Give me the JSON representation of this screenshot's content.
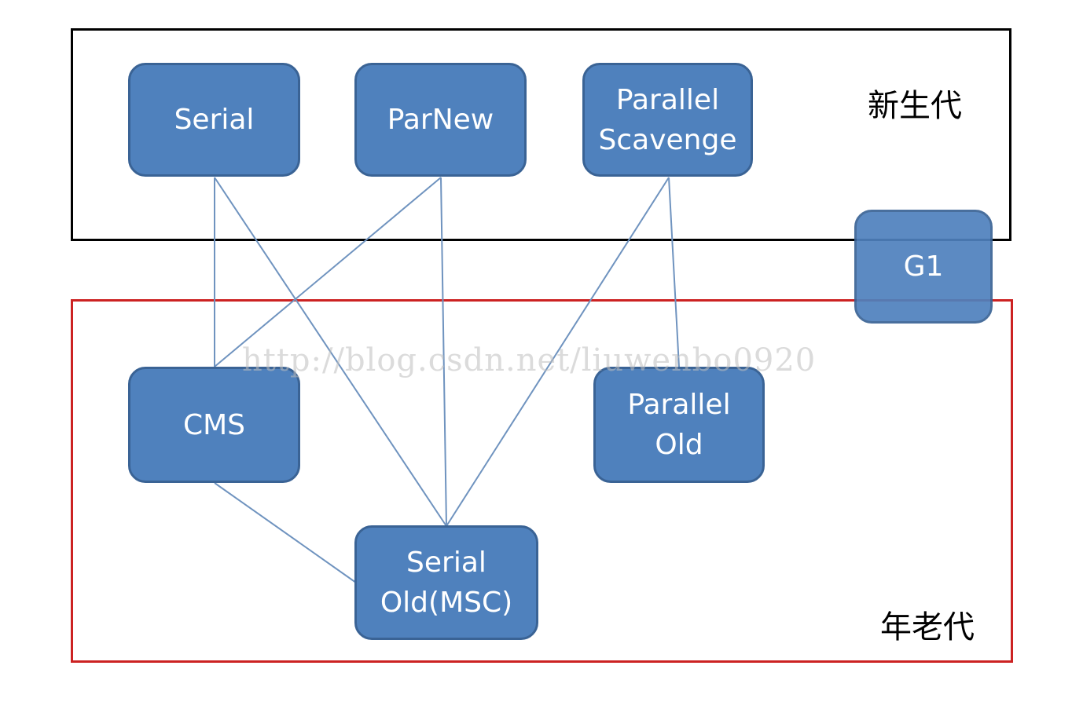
{
  "colors": {
    "node_fill": "#4f81bd",
    "node_border": "#3a6395",
    "young_border": "#000000",
    "old_border": "#cc2222",
    "link_color": "#6f93bf"
  },
  "regions": {
    "young_label": "新生代",
    "old_label": "年老代"
  },
  "nodes": {
    "serial": "Serial",
    "parnew": "ParNew",
    "parallel_scavenge": "Parallel\nScavenge",
    "g1": "G1",
    "cms": "CMS",
    "parallel_old": "Parallel\nOld",
    "serial_old": "Serial\nOld(MSC)"
  },
  "watermark": "http://blog.csdn.net/liuwenbo0920",
  "connections": [
    {
      "from": "Serial",
      "to": "CMS"
    },
    {
      "from": "Serial",
      "to": "Serial Old(MSC)"
    },
    {
      "from": "ParNew",
      "to": "CMS"
    },
    {
      "from": "ParNew",
      "to": "Serial Old(MSC)"
    },
    {
      "from": "Parallel Scavenge",
      "to": "Serial Old(MSC)"
    },
    {
      "from": "Parallel Scavenge",
      "to": "Parallel Old"
    },
    {
      "from": "CMS",
      "to": "Serial Old(MSC)"
    }
  ]
}
